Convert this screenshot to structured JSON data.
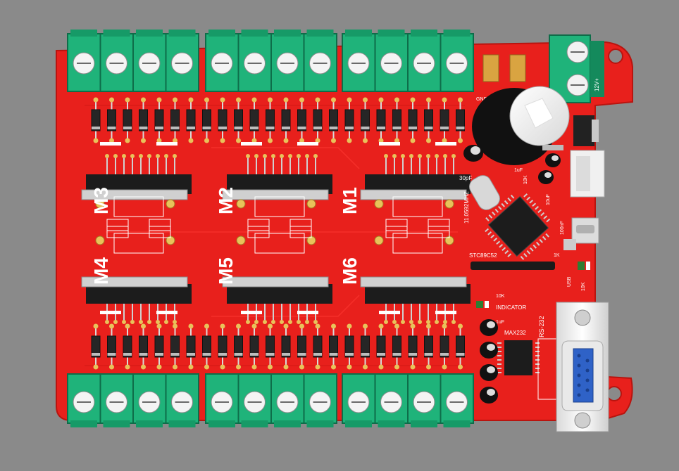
{
  "board": {
    "motor_labels": [
      "M3",
      "M2",
      "M1",
      "M4",
      "M5",
      "M6"
    ],
    "silk": {
      "gnd": "GND",
      "v12": "12V+",
      "cap_30pf": "30pF",
      "crystal": "11.0592MHZ",
      "cap_1uf": "1uF",
      "r_10k": "10K",
      "cap_10uf": "10uF",
      "cap_100nf": "100nF",
      "mcu": "STC89C52",
      "r_1k": "1K",
      "usb": "USB",
      "r_10k_led": "10K",
      "indicator": "INDICATOR",
      "max232_cap": "1uF",
      "max232": "MAX232",
      "rs232": "RS-232"
    },
    "colors": {
      "background": "#8a8a8a",
      "pcb": "#e8201c",
      "terminal": "#1fb37a",
      "chip": "#1c1c1c"
    }
  }
}
